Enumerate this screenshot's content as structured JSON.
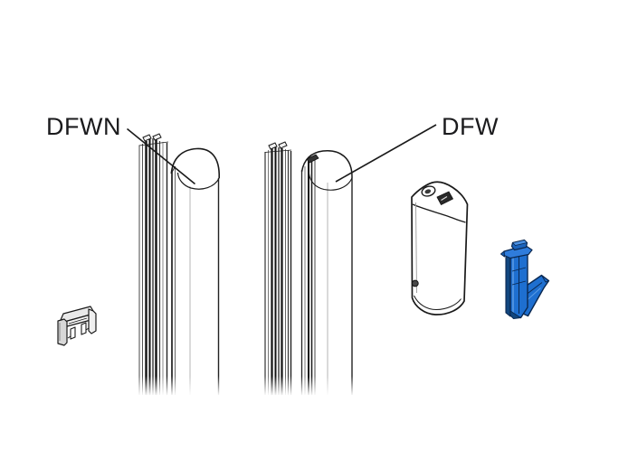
{
  "diagram": {
    "labels": {
      "dfwn": "DFWN",
      "dfw": "DFW"
    },
    "parts": [
      {
        "name": "seal-profile-pair-dfwn",
        "label": "DFWN"
      },
      {
        "name": "seal-profile-pair-dfw",
        "label": "DFW"
      },
      {
        "name": "mounting-clip",
        "label": ""
      },
      {
        "name": "cover-cap",
        "label": ""
      },
      {
        "name": "hook-bracket",
        "label": ""
      }
    ],
    "colors": {
      "background": "#ffffff",
      "line": "#1a1a1a",
      "bracket_blue": "#1e6fd0",
      "bracket_outline": "#0a2850",
      "bracket_highlight": "#5c9ce4"
    }
  }
}
